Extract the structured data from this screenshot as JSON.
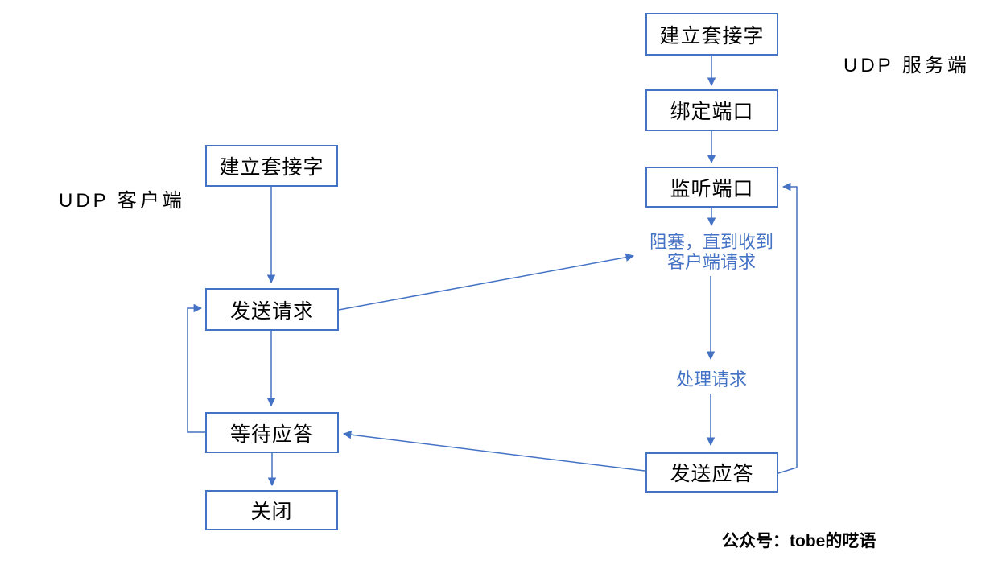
{
  "colors": {
    "accent": "#4472C4",
    "ink": "#000000"
  },
  "client": {
    "label": "UDP 客户端",
    "nodes": [
      "建立套接字",
      "发送请求",
      "等待应答",
      "关闭"
    ]
  },
  "server": {
    "label": "UDP 服务端",
    "nodes": [
      "建立套接字",
      "绑定端口",
      "监听端口",
      "发送应答"
    ],
    "notes": {
      "block_line1": "阻塞，直到收到",
      "block_line2": "客户端请求",
      "process": "处理请求"
    }
  },
  "footer": {
    "watermark": "公众号：tobe的呓语"
  }
}
